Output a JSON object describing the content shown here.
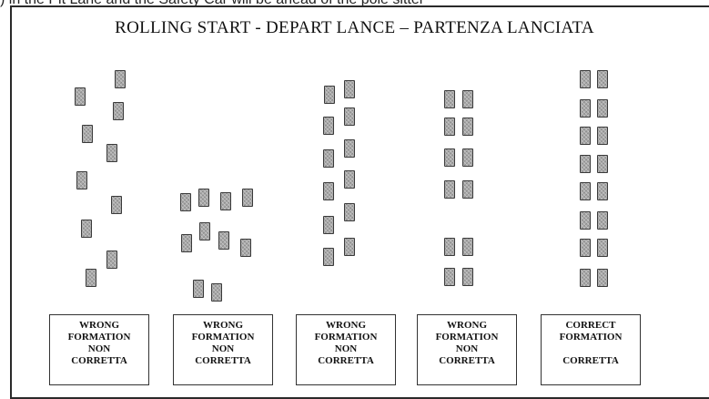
{
  "caption_cut": ") in the Pit Lane and the Safety Car will be ahead of the pole sitter",
  "title": "ROLLING START - DEPART LANCE – PARTENZA LANCIATA",
  "panels": [
    {
      "lines": [
        "WRONG",
        "FORMATION",
        "NON",
        "CORRETTA"
      ]
    },
    {
      "lines": [
        "WRONG",
        "FORMATION",
        "NON",
        "CORRETTA"
      ]
    },
    {
      "lines": [
        "WRONG",
        "FORMATION",
        "NON",
        "CORRETTA"
      ]
    },
    {
      "lines": [
        "WRONG",
        "FORMATION",
        "NON",
        "CORRETTA"
      ]
    },
    {
      "lines": [
        "CORRECT",
        "FORMATION",
        "",
        "CORRETTA"
      ]
    }
  ]
}
